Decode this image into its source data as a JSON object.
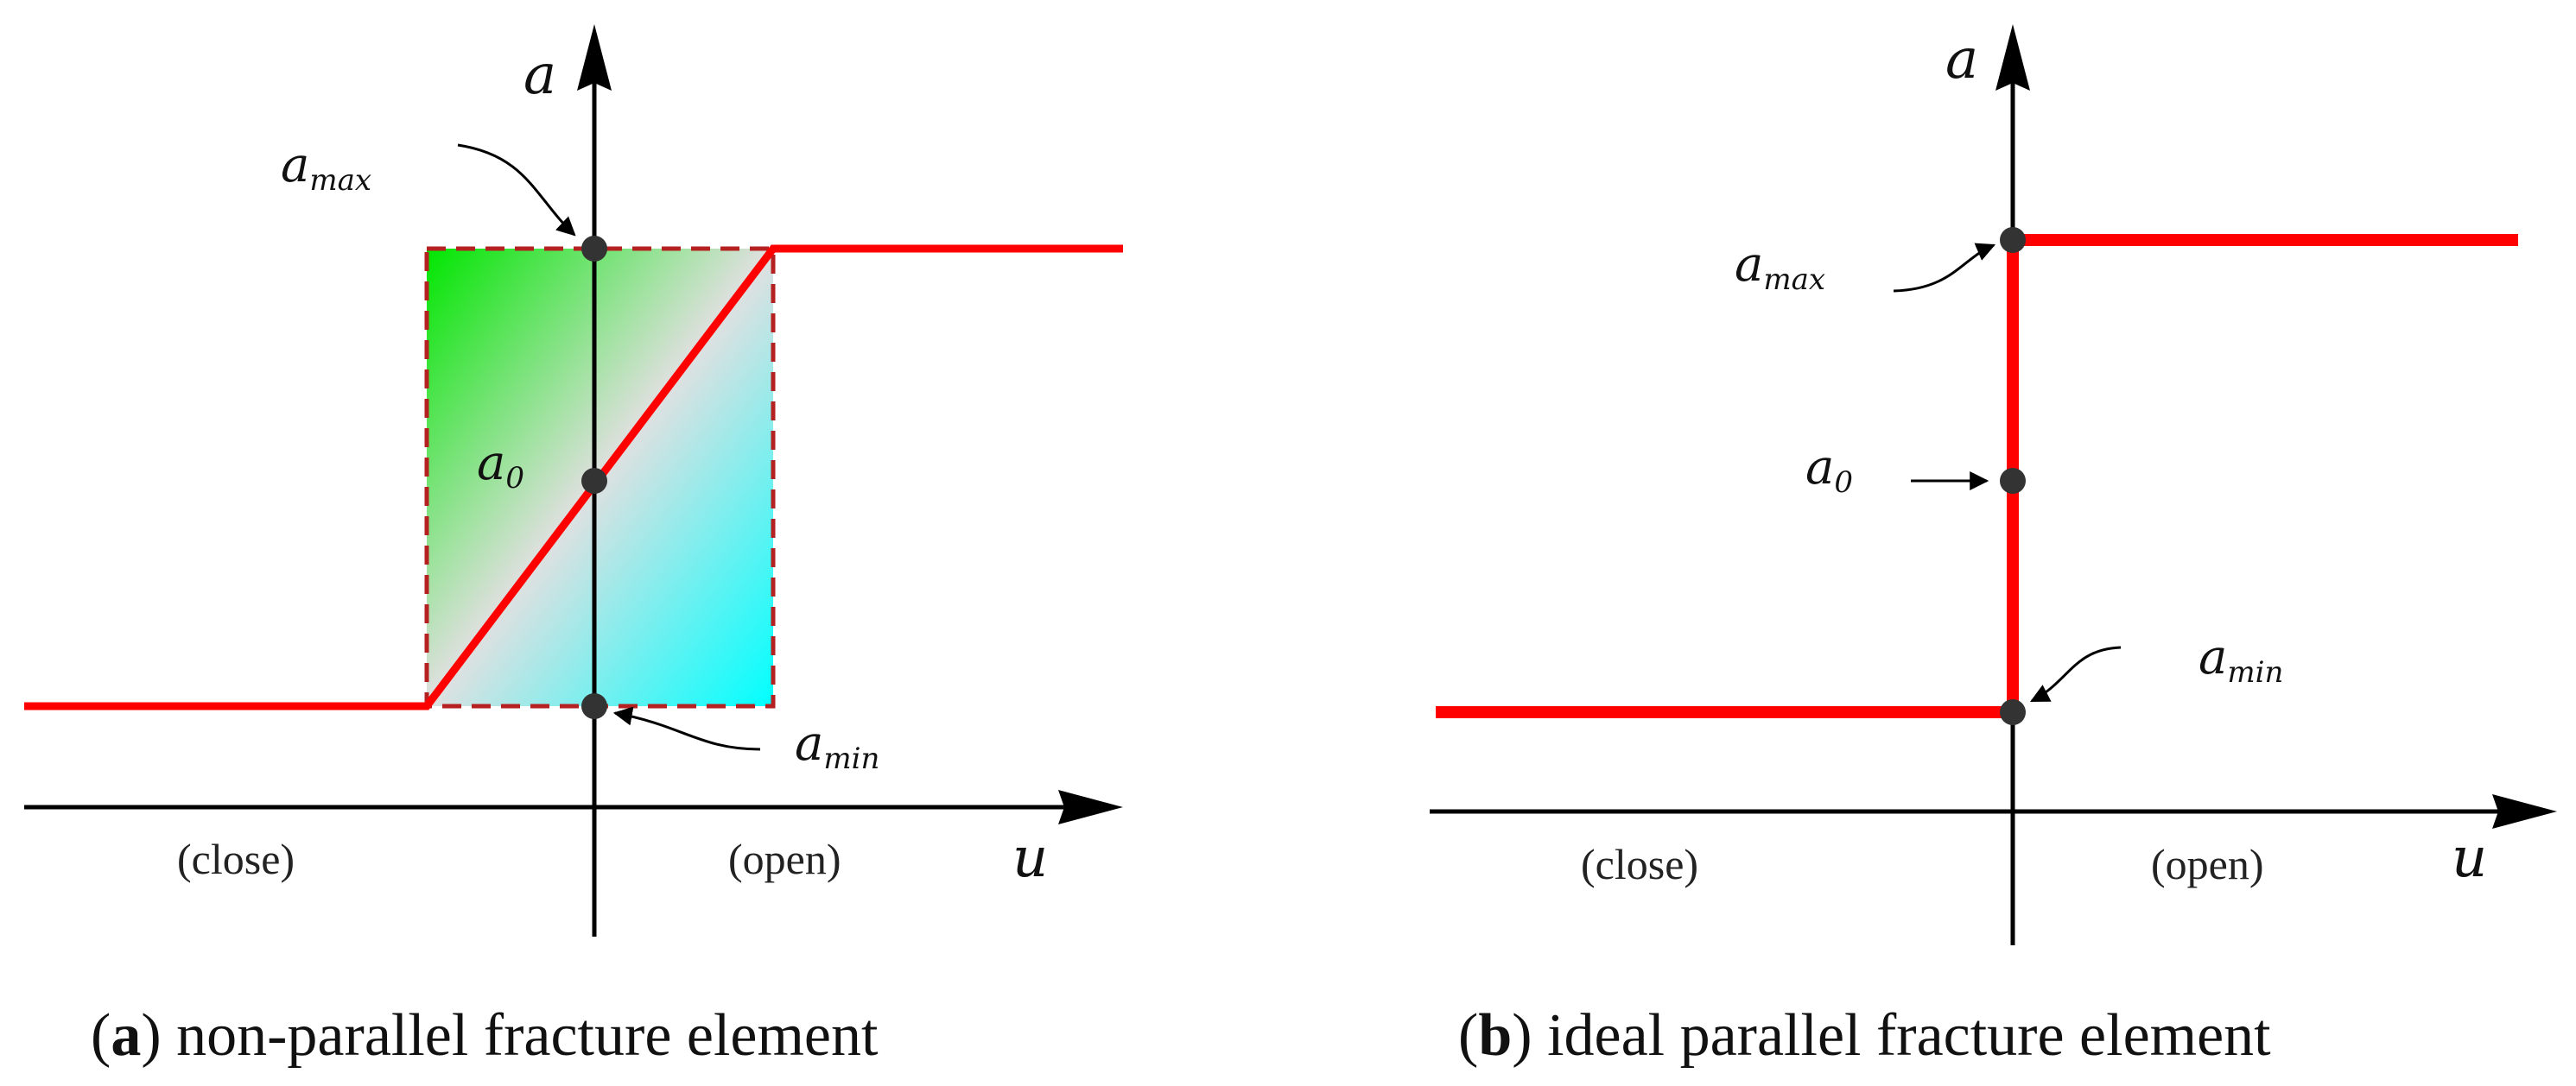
{
  "colors": {
    "curve": "#ff0000",
    "box_border": "#b52020",
    "axis": "#000000",
    "gradient_green": "#00e600",
    "gradient_cyan": "#00ffff",
    "gradient_mid": "#e0e0e0"
  },
  "panels": [
    {
      "id": "a",
      "y_axis": {
        "letter": "a"
      },
      "x_axis": {
        "letter": "u"
      },
      "labels": {
        "a_max": {
          "base": "a",
          "sub": "max"
        },
        "a_0": {
          "base": "a",
          "sub": "0"
        },
        "a_min": {
          "base": "a",
          "sub": "min"
        },
        "close": "(close)",
        "open": "(open)"
      },
      "caption": {
        "letter": "a",
        "text": " non-parallel fracture element"
      }
    },
    {
      "id": "b",
      "y_axis": {
        "letter": "a"
      },
      "x_axis": {
        "letter": "u"
      },
      "labels": {
        "a_max": {
          "base": "a",
          "sub": "max"
        },
        "a_0": {
          "base": "a",
          "sub": "0"
        },
        "a_min": {
          "base": "a",
          "sub": "min"
        },
        "close": "(close)",
        "open": "(open)"
      },
      "caption": {
        "letter": "b",
        "text": " ideal parallel fracture element"
      }
    }
  ]
}
